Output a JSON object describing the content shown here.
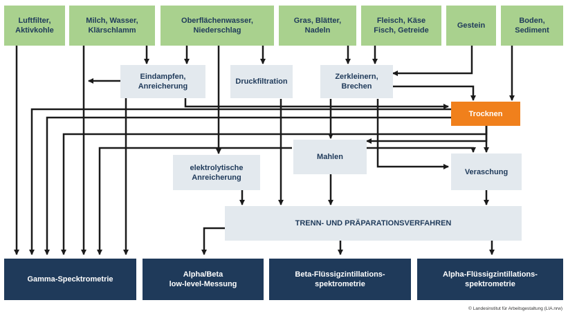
{
  "sources": {
    "luftfilter": "Luftfilter,\nAktivkohle",
    "milch": "Milch, Wasser,\nKlärschlamm",
    "oberflaechenwasser": "Oberflächenwasser,\nNiederschlag",
    "gras": "Gras, Blätter,\nNadeln",
    "fleisch": "Fleisch, Käse\nFisch, Getreide",
    "gestein": "Gestein",
    "boden": "Boden,\nSediment"
  },
  "process": {
    "eindampfen": "Eindampfen,\nAnreicherung",
    "druckfiltration": "Druckfiltration",
    "zerkleinern": "Zerkleinern,\nBrechen",
    "trocknen": "Trocknen",
    "mahlen": "Mahlen",
    "elektrolytisch": "elektrolytische\nAnreicherung",
    "veraschung": "Veraschung",
    "trennung": "TRENN- UND PRÄPARATIONSVERFAHREN"
  },
  "measurement": {
    "gamma": "Gamma-Specktrometrie",
    "alphabeta": "Alpha/Beta\nlow-level-Messung",
    "beta_fl": "Beta-Flüssigzintillations-\nspektrometrie",
    "alpha_fl": "Alpha-Flüssigzintillations-\nspektrometrie"
  },
  "credit": "© Landesinstitut für Arbeitsgestaltung (LIA.nrw)",
  "colors": {
    "source": "#a9d18e",
    "process": "#e3e9ee",
    "highlight": "#f0801c",
    "measurement": "#1f3a5a",
    "arrow": "#1a1a1a"
  }
}
